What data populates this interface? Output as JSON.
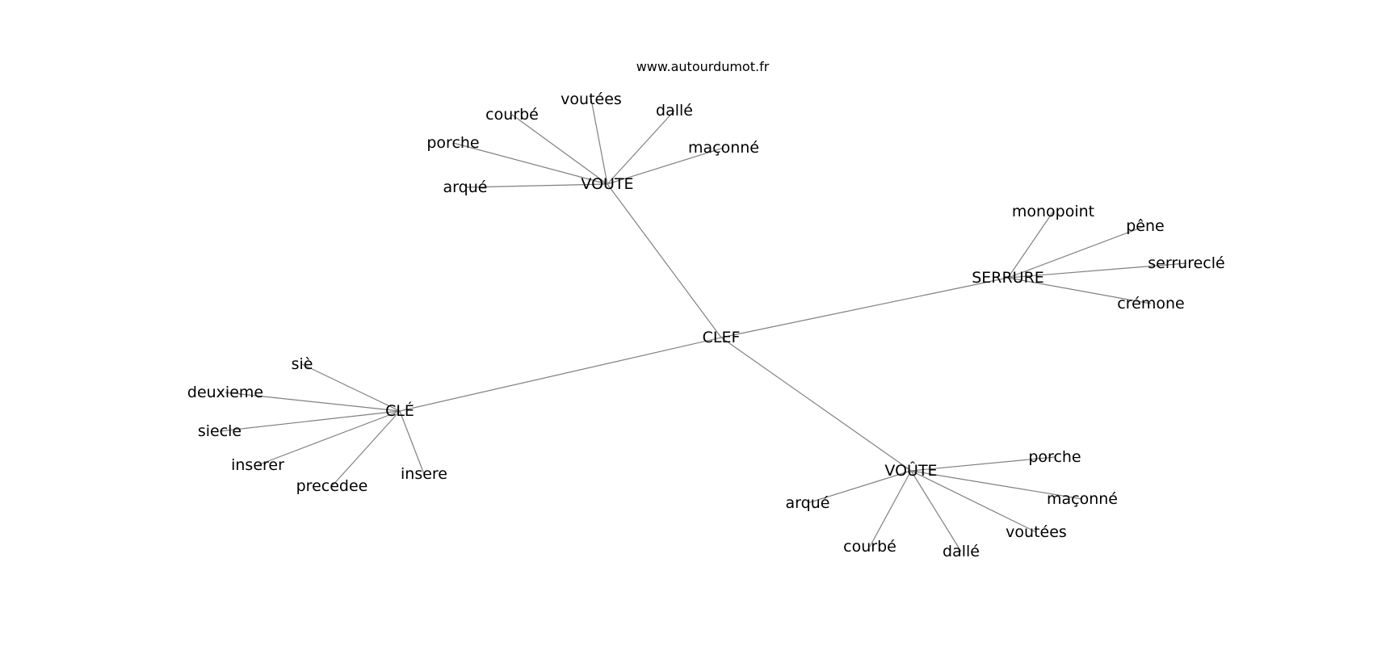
{
  "watermark": "www.autourdumot.fr",
  "colors": {
    "edge": "#808080",
    "text": "#000000",
    "background": "#ffffff"
  },
  "graph": {
    "nodes": [
      {
        "id": "clef",
        "label": "CLEF"
      },
      {
        "id": "voute1",
        "label": "VOUTE"
      },
      {
        "id": "serrure",
        "label": "SERRURE"
      },
      {
        "id": "cle",
        "label": "CLÉ"
      },
      {
        "id": "voute2",
        "label": "VOÛTE"
      },
      {
        "id": "v1_courbe",
        "label": "courbé"
      },
      {
        "id": "v1_voutees",
        "label": "voutées"
      },
      {
        "id": "v1_dalle",
        "label": "dallé"
      },
      {
        "id": "v1_porche",
        "label": "porche"
      },
      {
        "id": "v1_maconne",
        "label": "maçonné"
      },
      {
        "id": "v1_arque",
        "label": "arqué"
      },
      {
        "id": "s_monopoint",
        "label": "monopoint"
      },
      {
        "id": "s_pene",
        "label": "pêne"
      },
      {
        "id": "s_serrurecle",
        "label": "serrureclé"
      },
      {
        "id": "s_cremone",
        "label": "crémone"
      },
      {
        "id": "c_sie",
        "label": "siè"
      },
      {
        "id": "c_deuxieme",
        "label": "deuxieme"
      },
      {
        "id": "c_siecle",
        "label": "siecle"
      },
      {
        "id": "c_inserer",
        "label": "inserer"
      },
      {
        "id": "c_precedee",
        "label": "precedee"
      },
      {
        "id": "c_insere",
        "label": "insere"
      },
      {
        "id": "v2_porche",
        "label": "porche"
      },
      {
        "id": "v2_arque",
        "label": "arqué"
      },
      {
        "id": "v2_maconne",
        "label": "maçonné"
      },
      {
        "id": "v2_voutees",
        "label": "voutées"
      },
      {
        "id": "v2_courbe",
        "label": "courbé"
      },
      {
        "id": "v2_dalle",
        "label": "dallé"
      }
    ],
    "edges": [
      [
        "clef",
        "voute1"
      ],
      [
        "clef",
        "serrure"
      ],
      [
        "clef",
        "cle"
      ],
      [
        "clef",
        "voute2"
      ],
      [
        "voute1",
        "v1_courbe"
      ],
      [
        "voute1",
        "v1_voutees"
      ],
      [
        "voute1",
        "v1_dalle"
      ],
      [
        "voute1",
        "v1_porche"
      ],
      [
        "voute1",
        "v1_maconne"
      ],
      [
        "voute1",
        "v1_arque"
      ],
      [
        "serrure",
        "s_monopoint"
      ],
      [
        "serrure",
        "s_pene"
      ],
      [
        "serrure",
        "s_serrurecle"
      ],
      [
        "serrure",
        "s_cremone"
      ],
      [
        "cle",
        "c_sie"
      ],
      [
        "cle",
        "c_deuxieme"
      ],
      [
        "cle",
        "c_siecle"
      ],
      [
        "cle",
        "c_inserer"
      ],
      [
        "cle",
        "c_precedee"
      ],
      [
        "cle",
        "c_insere"
      ],
      [
        "voute2",
        "v2_porche"
      ],
      [
        "voute2",
        "v2_arque"
      ],
      [
        "voute2",
        "v2_maconne"
      ],
      [
        "voute2",
        "v2_voutees"
      ],
      [
        "voute2",
        "v2_courbe"
      ],
      [
        "voute2",
        "v2_dalle"
      ]
    ]
  }
}
